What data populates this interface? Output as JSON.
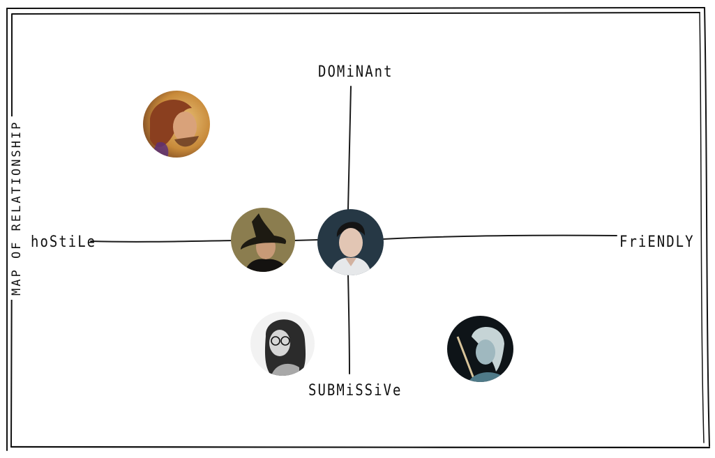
{
  "title": "MAP OF RELATIONSHIP",
  "axes": {
    "top": "DOMiNAnt",
    "bottom": "SUBMiSSiVe",
    "left": "hoStiLe",
    "right": "FriENDLY"
  },
  "portraits": [
    {
      "icon": "red-haired-man-portrait-icon",
      "colors": [
        "#c88a3a",
        "#7a3f22",
        "#e9c27a"
      ]
    },
    {
      "icon": "witch-hat-woman-portrait-icon",
      "colors": [
        "#8b7d4f",
        "#1d1a12",
        "#c79a77"
      ]
    },
    {
      "icon": "dark-haired-man-portrait-icon",
      "colors": [
        "#263845",
        "#141414",
        "#e6e8ea"
      ]
    },
    {
      "icon": "glasses-girl-portrait-icon",
      "colors": [
        "#f2f2f2",
        "#2b2b2b",
        "#a8a8a8"
      ]
    },
    {
      "icon": "blonde-woman-portrait-icon",
      "colors": [
        "#0e1418",
        "#c6d4d6",
        "#4f7a88"
      ]
    }
  ]
}
